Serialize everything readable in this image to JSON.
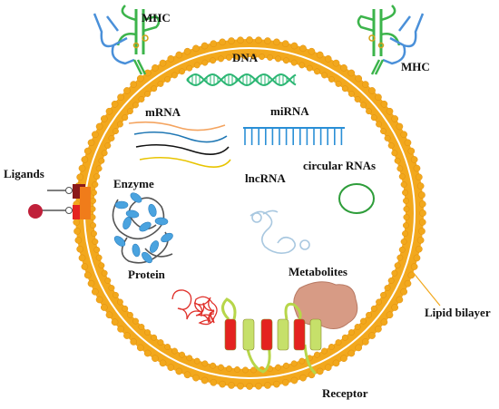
{
  "labels": {
    "mhc_left": "MHC",
    "mhc_right": "MHC",
    "dna": "DNA",
    "mrna": "mRNA",
    "mirna": "miRNA",
    "ligands": "Ligands",
    "enzyme": "Enzyme",
    "lncrna": "lncRNA",
    "circular_rnas": "circular RNAs",
    "protein": "Protein",
    "metabolites": "Metabolites",
    "lipid_bilayer": "Lipid bilayer",
    "receptor": "Receptor"
  },
  "colors": {
    "membrane": "#f2a81d",
    "membrane_dark": "#e08f10",
    "dna": "#2bb673",
    "mrna": [
      "#f4a460",
      "#1f77b4",
      "#111111",
      "#e8c400"
    ],
    "mirna": "#2a8fd6",
    "circular_rna": "#2e9d3a",
    "lncrna": "#a9c8e0",
    "enzyme": "#4aa3df",
    "protein_coil": "#e0302a",
    "metabolite": "#d79b85",
    "receptor_red": "#e4231f",
    "receptor_green": "#c6e06a",
    "mhc_green": "#3cb44b",
    "mhc_blue": "#4a90d9",
    "ligand_red": "#c0203a",
    "ligand_orange": "#f07c1a"
  }
}
